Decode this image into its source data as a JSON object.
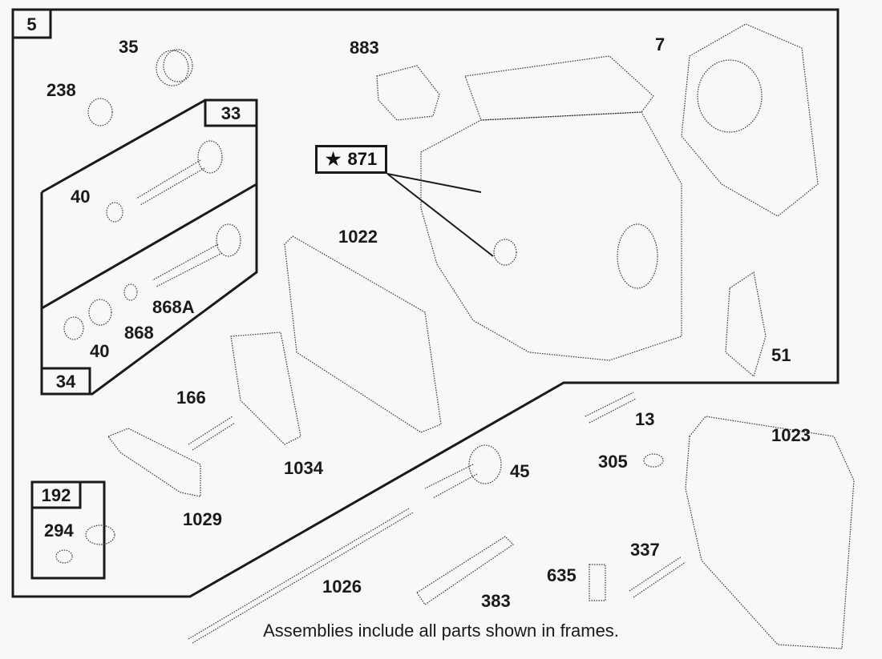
{
  "diagram": {
    "frames": {
      "main": "5",
      "valve_assembly_upper": "33",
      "valve_assembly_lower": "34",
      "kit": "192"
    },
    "callout": {
      "icon": "star-icon",
      "symbol": "★",
      "number": "871"
    },
    "part_labels": {
      "p35": "35",
      "p238": "238",
      "p40a": "40",
      "p40b": "40",
      "p868A": "868A",
      "p868": "868",
      "p883": "883",
      "p7": "7",
      "p1022": "1022",
      "p51": "51",
      "p166": "166",
      "p1034": "1034",
      "p1029": "1029",
      "p294": "294",
      "p13": "13",
      "p1023": "1023",
      "p305": "305",
      "p45": "45",
      "p337": "337",
      "p635": "635",
      "p383": "383",
      "p1026": "1026"
    },
    "footer_note": "Assemblies include all parts shown in frames."
  }
}
